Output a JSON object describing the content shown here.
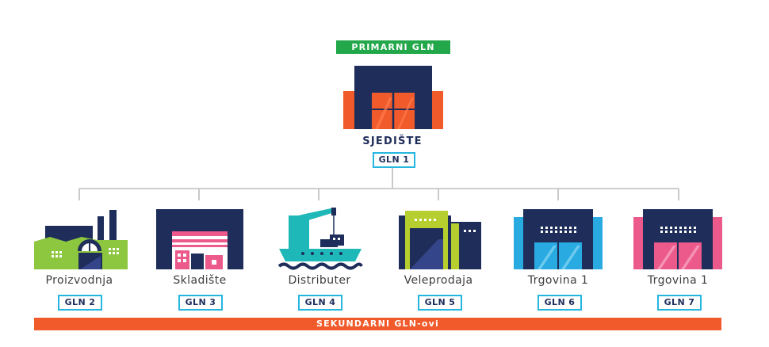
{
  "primary_badge": "PRIMARNI GLN",
  "headquarters": {
    "label": "SJEDIŠTE",
    "gln": "GLN 1"
  },
  "locations": [
    {
      "label": "Proizvodnja",
      "gln": "GLN 2",
      "icon": "factory-icon"
    },
    {
      "label": "Skladište",
      "gln": "GLN 3",
      "icon": "warehouse-icon"
    },
    {
      "label": "Distributer",
      "gln": "GLN 4",
      "icon": "ship-crane-icon"
    },
    {
      "label": "Veleprodaja",
      "gln": "GLN 5",
      "icon": "wholesale-building-icon"
    },
    {
      "label": "Trgovina 1",
      "gln": "GLN 6",
      "icon": "store-blue-icon"
    },
    {
      "label": "Trgovina 1",
      "gln": "GLN 7",
      "icon": "store-pink-icon"
    }
  ],
  "secondary_bar": "SEKUNDARNI GLN-ovi",
  "colors": {
    "navy": "#1e2d5a",
    "orange": "#f15a2b",
    "green": "#22a84a",
    "cyan": "#25b6e0",
    "lime": "#8dc63f",
    "yellow_green": "#b6cf2e",
    "teal": "#1fb8b8",
    "pink": "#ec5a8c",
    "sky": "#29abe2"
  }
}
